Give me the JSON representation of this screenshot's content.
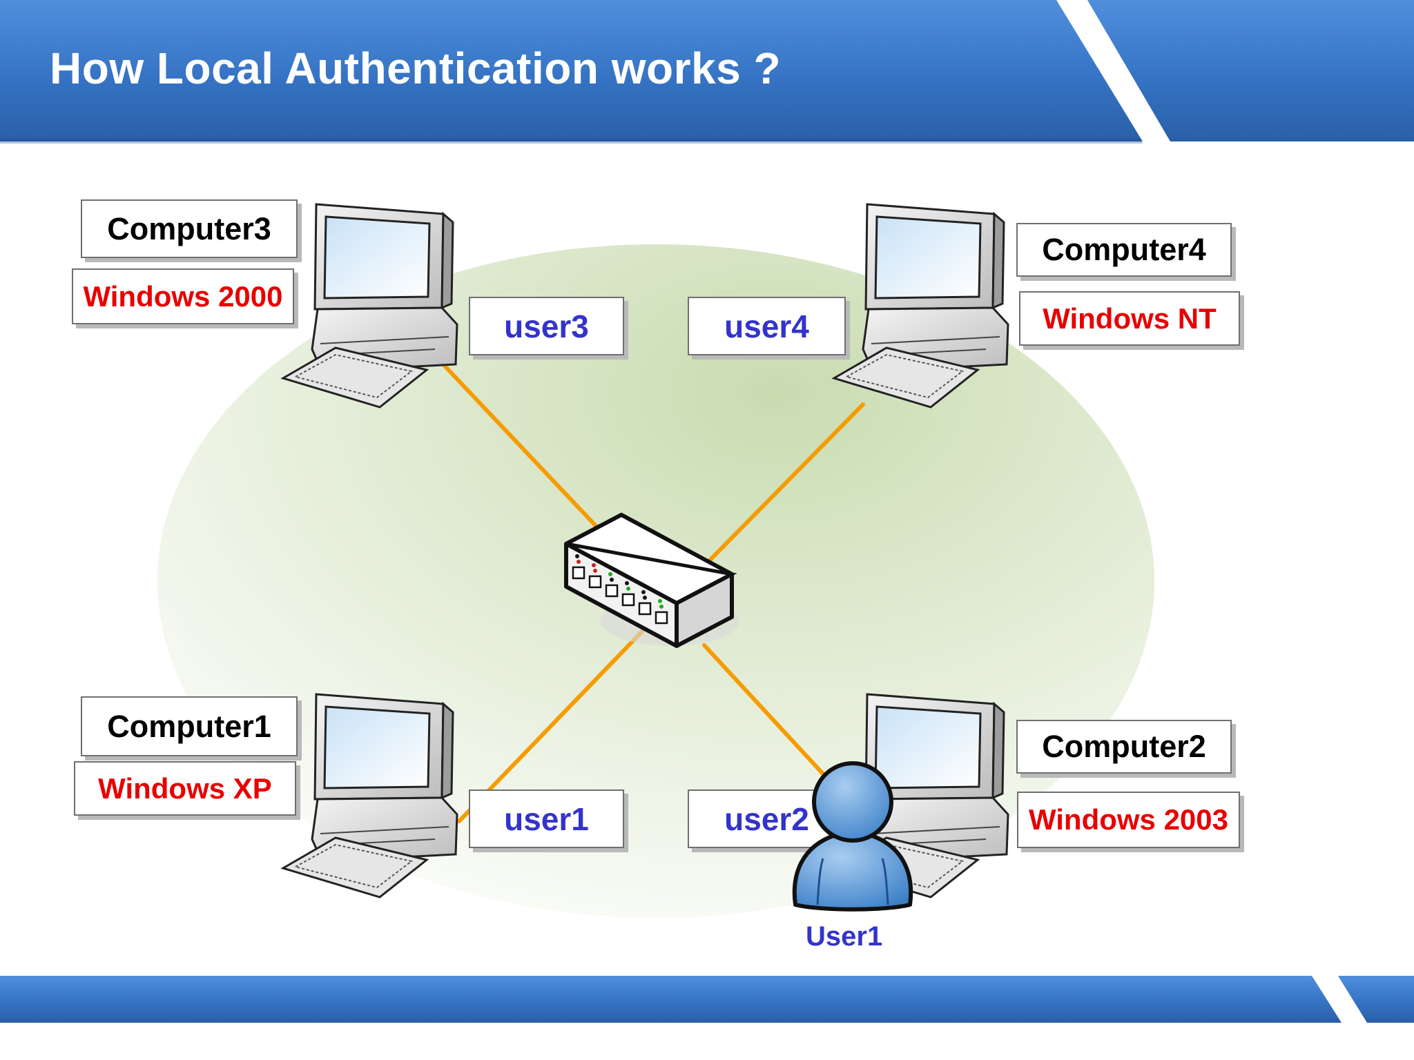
{
  "slide": {
    "title": "How Local Authentication works ?"
  },
  "computers": [
    {
      "id": "computer3",
      "name": "Computer3",
      "os": "Windows 2000",
      "user": "user3"
    },
    {
      "id": "computer4",
      "name": "Computer4",
      "os": "Windows NT",
      "user": "user4"
    },
    {
      "id": "computer1",
      "name": "Computer1",
      "os": "Windows XP",
      "user": "user1"
    },
    {
      "id": "computer2",
      "name": "Computer2",
      "os": "Windows 2003",
      "user": "user2"
    }
  ],
  "person": {
    "label": "User1",
    "icon": "user-person-icon",
    "at": "computer2"
  },
  "network": {
    "center": "switch",
    "icon": "network-switch-icon",
    "links": [
      "computer3",
      "computer4",
      "computer1",
      "computer2"
    ]
  },
  "colors": {
    "header_blue": "#3a78c9",
    "link_orange": "#f59c00",
    "os_text": "#e80000",
    "user_text": "#3333cc",
    "ellipse_green": "#d8e6c6"
  },
  "icons": {
    "computer": "desktop-computer-icon",
    "switch": "network-switch-icon",
    "person": "user-person-icon"
  }
}
